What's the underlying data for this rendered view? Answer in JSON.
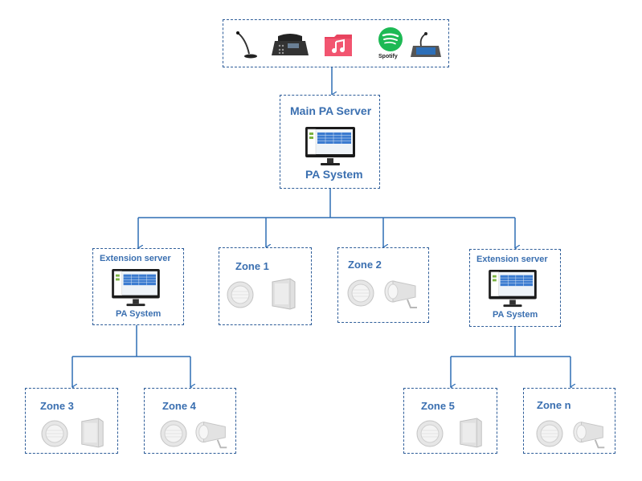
{
  "sources": {
    "spotify_label": "Spotify"
  },
  "main_server": {
    "title": "Main PA Server",
    "subtitle": "PA System"
  },
  "extension_left": {
    "title": "Extension server",
    "subtitle": "PA System"
  },
  "extension_right": {
    "title": "Extension server",
    "subtitle": "PA System"
  },
  "zones": {
    "zone1": "Zone 1",
    "zone2": "Zone 2",
    "zone3": "Zone 3",
    "zone4": "Zone 4",
    "zone5": "Zone 5",
    "zonen": "Zone n"
  },
  "colors": {
    "line": "#2e6db4",
    "label": "#3a6fb0",
    "spotify": "#1db954",
    "music_folder": "#e8435e"
  }
}
